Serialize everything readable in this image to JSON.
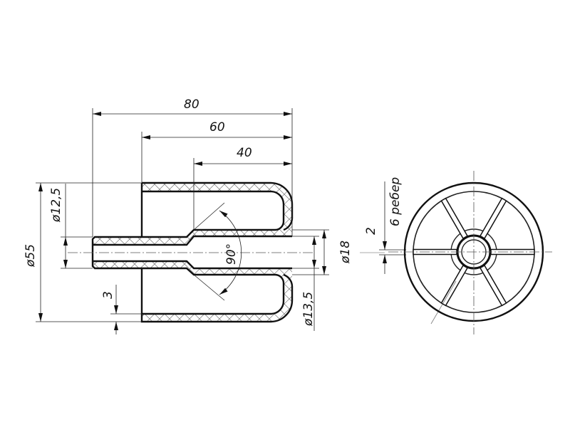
{
  "drawing": {
    "dimensions": {
      "length_80": "80",
      "length_60": "60",
      "length_40": "40",
      "dia_55": "ø55",
      "dia_12_5": "ø12,5",
      "dia_18": "ø18",
      "dia_13_5": "ø13,5",
      "wall_3": "3",
      "angle_90": "90°",
      "rib_2": "2",
      "ribs_note": "6 ребер"
    },
    "rib_count": 6
  }
}
